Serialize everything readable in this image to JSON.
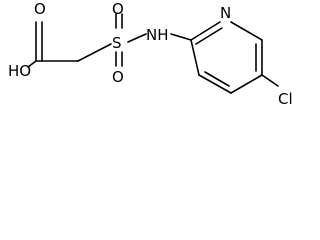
{
  "molecule": {
    "atoms": {
      "hydroxyl": "HO",
      "carbonyl_oxygen": "O",
      "sulfur": "S",
      "sulfonyl_oxygen_top": "O",
      "sulfonyl_oxygen_bottom": "O",
      "amine": "NH",
      "ring_nitrogen": "N",
      "chlorine": "Cl"
    }
  }
}
